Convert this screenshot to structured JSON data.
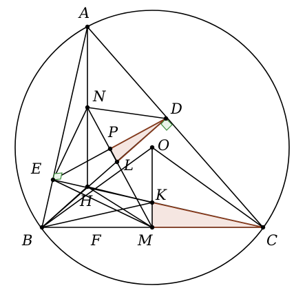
{
  "colors": {
    "stroke": "#000000",
    "fill_triangle": "#f5e6e1",
    "triangle_edge": "#8a3a1a",
    "right_angle": "#3a8a3a"
  },
  "labels": {
    "A": "A",
    "N": "N",
    "D": "D",
    "P": "P",
    "O": "O",
    "E": "E",
    "L": "L",
    "H": "H",
    "K": "K",
    "B": "B",
    "F": "F",
    "M": "M",
    "C": "C"
  }
}
